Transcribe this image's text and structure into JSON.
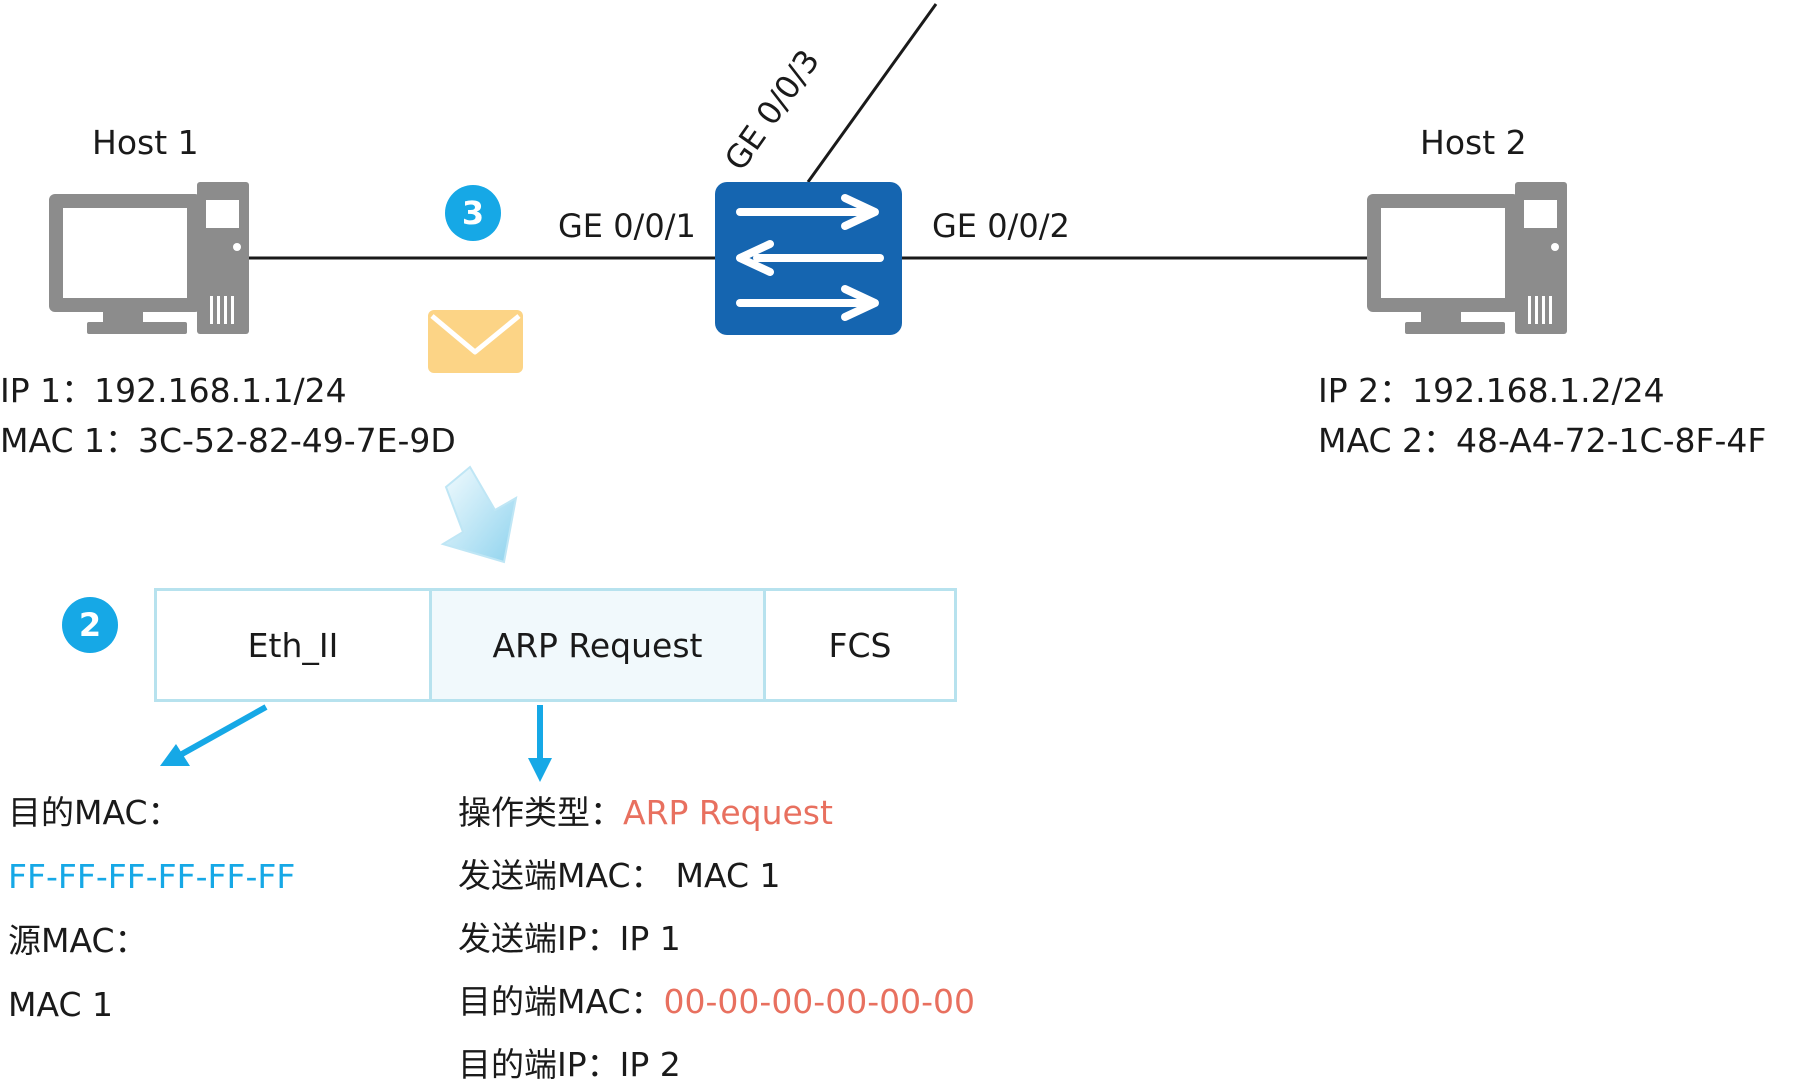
{
  "hosts": {
    "host1": {
      "name": "Host 1",
      "ip_label": "IP 1：",
      "ip": "192.168.1.1/24",
      "mac_label": "MAC 1：",
      "mac": "3C-52-82-49-7E-9D"
    },
    "host2": {
      "name": "Host 2",
      "ip_label": "IP 2：",
      "ip": "192.168.1.2/24",
      "mac_label": "MAC 2：",
      "mac": "48-A4-72-1C-8F-4F"
    }
  },
  "ports": {
    "p1": "GE 0/0/1",
    "p2": "GE 0/0/2",
    "p3": "GE 0/0/3"
  },
  "steps": {
    "s2": "2",
    "s3": "3"
  },
  "frame": {
    "eth": "Eth_II",
    "arp": "ARP Request",
    "fcs": "FCS"
  },
  "eth_fields": {
    "dst_label": "目的MAC：",
    "dst_value": "FF-FF-FF-FF-FF-FF",
    "src_label": "源MAC：",
    "src_value": "MAC 1"
  },
  "arp_fields": {
    "op_label": "操作类型：",
    "op_value": "ARP Request",
    "smac_label": "发送端MAC：",
    "smac_value": "MAC 1",
    "sip_label": "发送端IP：",
    "sip_value": "IP 1",
    "tmac_label": "目的端MAC：",
    "tmac_value": "00-00-00-00-00-00",
    "tip_label": "目的端IP：",
    "tip_value": "IP 2"
  },
  "colors": {
    "switch": "#1565b0",
    "badge": "#16a8e6",
    "broadcast": "#16a8e6",
    "highlight_red": "#e8705f",
    "frame_border": "#b7e2ee",
    "arp_cell_bg": "#f1f9fc",
    "envelope": "#fcd486",
    "host_gray": "#8c8c8c"
  }
}
